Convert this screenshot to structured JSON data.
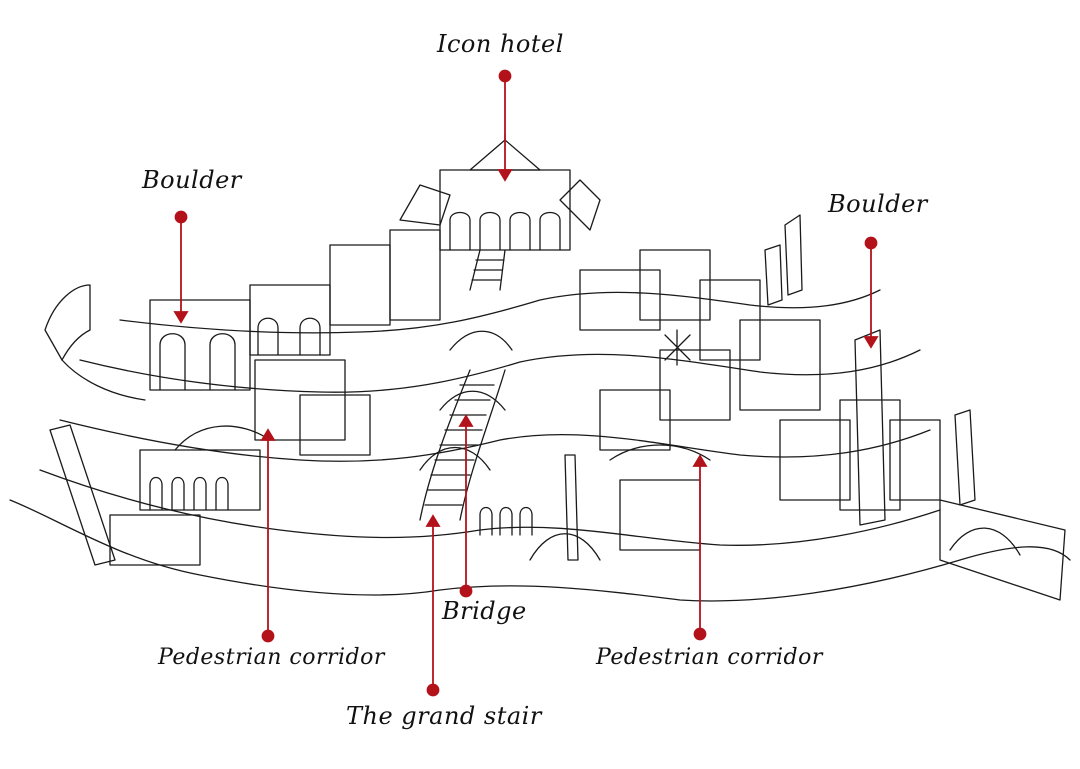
{
  "labels": {
    "icon_hotel": "Icon hotel",
    "boulder_left": "Boulder",
    "boulder_right": "Boulder",
    "bridge": "Bridge",
    "pedestrian_corridor_left": "Pedestrian corridor",
    "pedestrian_corridor_right": "Pedestrian corridor",
    "grand_stair": "The grand stair"
  },
  "colors": {
    "ink": "#1a1a1a",
    "pointer": "#b3121a",
    "background": "#ffffff"
  }
}
